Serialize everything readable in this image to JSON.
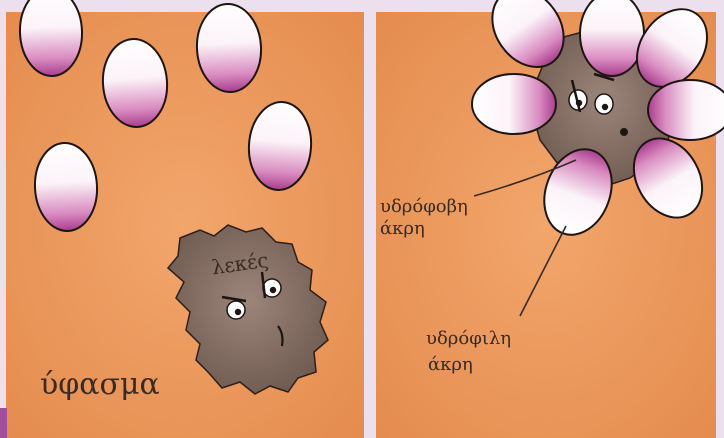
{
  "left_panel": {
    "stain_label": "λεκές",
    "fabric_label": "ύφασμα"
  },
  "right_panel": {
    "hydrophobic_label_line1": "υδρόφοβη",
    "hydrophobic_label_line2": "άκρη",
    "hydrophilic_label_line1": "υδρόφιλη",
    "hydrophilic_label_line2": "άκρη"
  },
  "colors": {
    "background_frame": "#ece0ee",
    "fabric_orange": "#ee9a5f",
    "stain_brown": "#8a7266",
    "egg_magenta": "#b8509a",
    "ink": "#2a1e18"
  }
}
